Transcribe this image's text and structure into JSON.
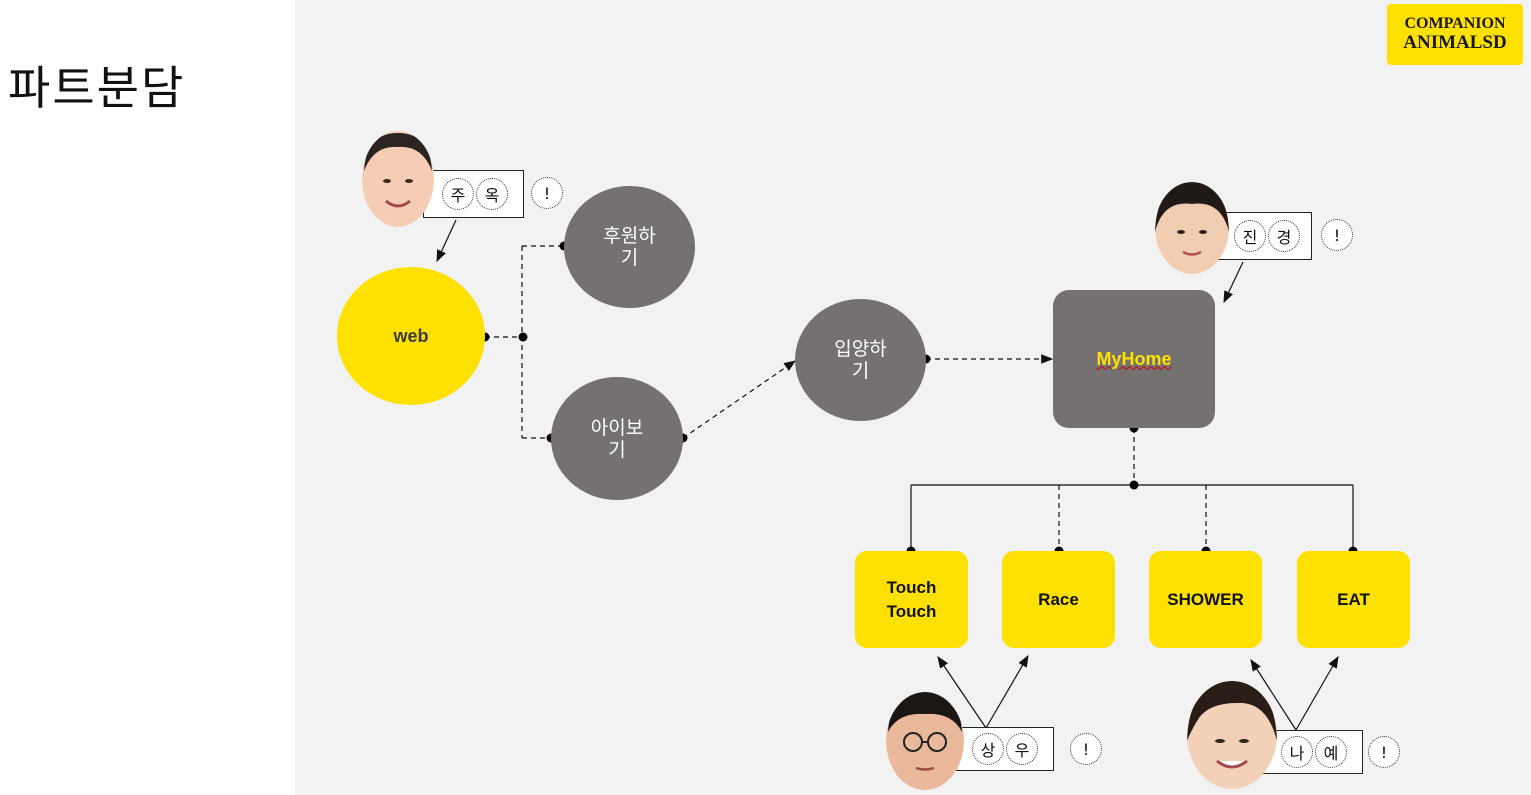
{
  "page_title": "파트분담",
  "logo": {
    "line1": "COMPANION",
    "line2": "ANIMALSD"
  },
  "nodes": {
    "web": "web",
    "donate": "후원하\n기",
    "view_animals": "아이보\n기",
    "adopt": "입양하\n기",
    "myhome": "MyHome",
    "touch": "Touch\nTouch",
    "race": "Race",
    "shower": "SHOWER",
    "eat": "EAT"
  },
  "members": [
    {
      "chars": [
        "주",
        "옥"
      ],
      "mark": "!"
    },
    {
      "chars": [
        "진",
        "경"
      ],
      "mark": "!"
    },
    {
      "chars": [
        "상",
        "우"
      ],
      "mark": "!"
    },
    {
      "chars": [
        "나",
        "예"
      ],
      "mark": "!"
    }
  ],
  "colors": {
    "canvas": "#f2f2f2",
    "yellow": "#fee101",
    "gray": "#767171"
  }
}
